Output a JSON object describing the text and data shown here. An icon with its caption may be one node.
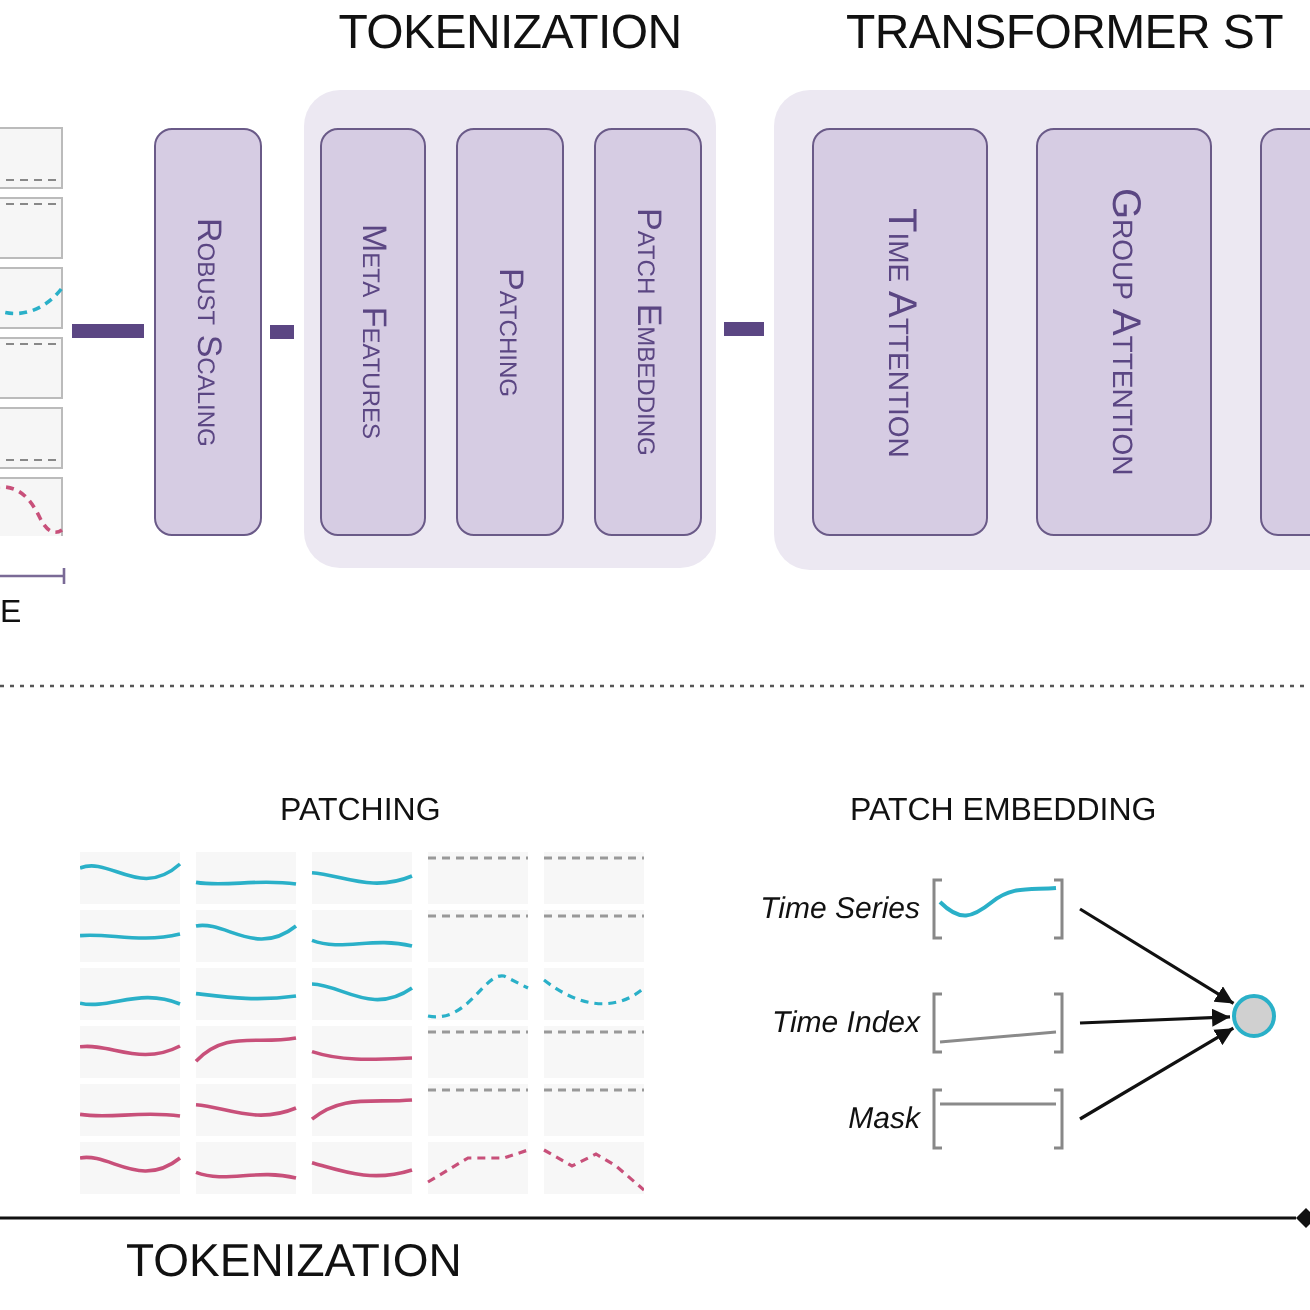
{
  "diagram": {
    "nodes": [
      {
        "text": [
          "Robust Scaling"
        ]
      },
      {
        "text": [
          "TOKENIZATION"
        ]
      },
      {
        "text": [
          "Meta Features"
        ],
        "in": 1
      },
      {
        "text": [
          "Patching"
        ],
        "in": 1
      },
      {
        "text": [
          "Patch Embedding"
        ],
        "in": 1
      },
      {
        "text": [
          "TRANSFORMER ST"
        ]
      },
      {
        "text": [
          "Time Attention"
        ],
        "in": 5
      },
      {
        "text": [
          "Group Attention"
        ],
        "in": 5
      },
      {
        "text": [],
        "shape": "box",
        "in": 5
      },
      {
        "text": [],
        "shape": "picture"
      },
      {
        "text": [
          "Time Series"
        ]
      },
      {
        "text": [
          "Time Index"
        ]
      },
      {
        "text": [
          "Mask"
        ]
      },
      {
        "text": [],
        "shape": "circle"
      }
    ],
    "edges": [
      {
        "from": 9,
        "to": 0,
        "arrow": "none",
        "style": "thick",
        "color": "#5b4683"
      },
      {
        "from": 0,
        "to": 1,
        "arrow": "none",
        "style": "thick",
        "color": "#5b4683"
      },
      {
        "from": 1,
        "to": 5,
        "arrow": "none",
        "style": "thick",
        "color": "#5b4683"
      },
      {
        "from": 10,
        "to": 13,
        "arrow": "to",
        "color": "#111111"
      },
      {
        "from": 11,
        "to": 13,
        "arrow": "to",
        "color": "#111111"
      },
      {
        "from": 12,
        "to": 13,
        "arrow": "to",
        "color": "#111111"
      }
    ],
    "labels": [
      "E",
      "PATCHING",
      "PATCH EMBEDDING",
      "TOKENIZATION"
    ]
  }
}
